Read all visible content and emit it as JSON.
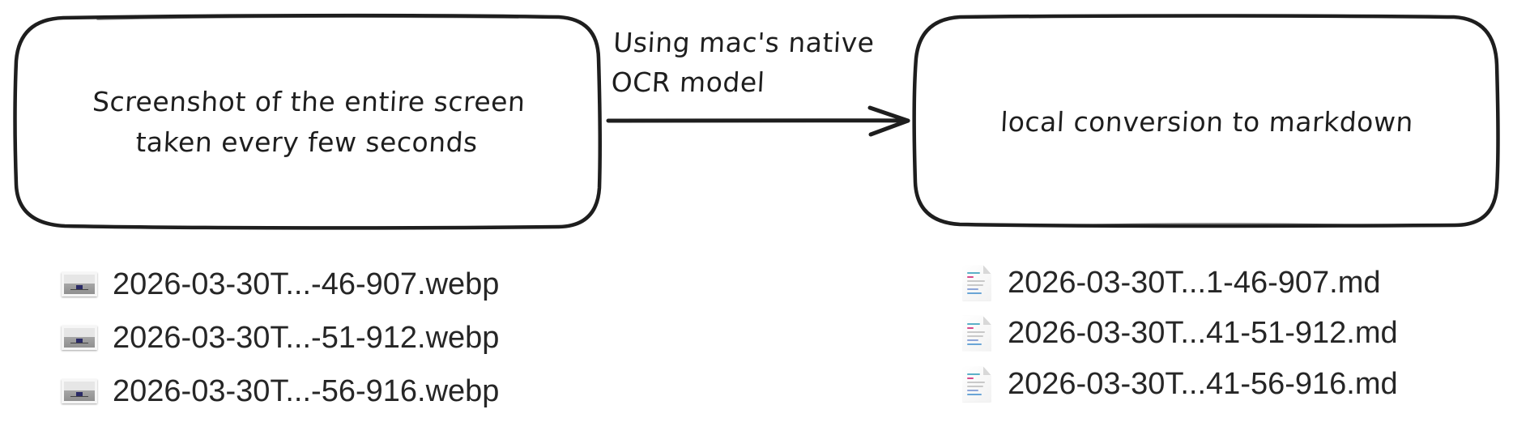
{
  "diagram": {
    "left_box": {
      "label_lines": [
        "Screenshot of the entire screen",
        "taken every few seconds"
      ]
    },
    "arrow": {
      "label_lines": [
        "Using mac's native",
        "OCR model"
      ]
    },
    "right_box": {
      "label_lines": [
        "local conversion to markdown"
      ]
    }
  },
  "left_files": {
    "icon": "image-file-icon",
    "items": [
      {
        "name": "2026-03-30T...-46-907.webp"
      },
      {
        "name": "2026-03-30T...-51-912.webp"
      },
      {
        "name": "2026-03-30T...-56-916.webp"
      }
    ]
  },
  "right_files": {
    "icon": "markdown-document-icon",
    "items": [
      {
        "name": "2026-03-30T...1-46-907.md"
      },
      {
        "name": "2026-03-30T...41-51-912.md"
      },
      {
        "name": "2026-03-30T...41-56-916.md"
      }
    ]
  },
  "colors": {
    "stroke": "#1e1e1e",
    "background": "#ffffff",
    "file_text": "#262626"
  }
}
